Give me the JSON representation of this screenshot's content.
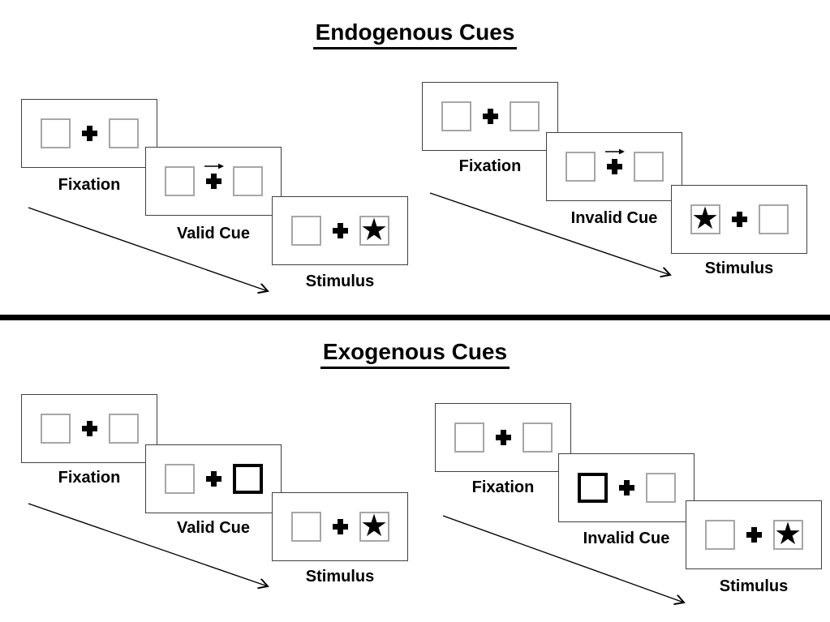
{
  "diagram": {
    "sections": [
      {
        "title": "Endogenous Cues",
        "cue_type": "central arrow above fixation cross",
        "sequences": [
          {
            "name": "valid",
            "panels": [
              {
                "label": "Fixation",
                "left_box": "empty",
                "center": "cross",
                "right_box": "empty"
              },
              {
                "label": "Valid Cue",
                "left_box": "empty",
                "center": "right-arrow-above-cross",
                "right_box": "empty"
              },
              {
                "label": "Stimulus",
                "left_box": "empty",
                "center": "cross",
                "right_box": "star"
              }
            ]
          },
          {
            "name": "invalid",
            "panels": [
              {
                "label": "Fixation",
                "left_box": "empty",
                "center": "cross",
                "right_box": "empty"
              },
              {
                "label": "Invalid Cue",
                "left_box": "empty",
                "center": "right-arrow-above-cross",
                "right_box": "empty"
              },
              {
                "label": "Stimulus",
                "left_box": "star",
                "center": "cross",
                "right_box": "empty"
              }
            ]
          }
        ]
      },
      {
        "title": "Exogenous Cues",
        "cue_type": "peripheral highlighted box",
        "sequences": [
          {
            "name": "valid",
            "panels": [
              {
                "label": "Fixation",
                "left_box": "empty",
                "center": "cross",
                "right_box": "empty"
              },
              {
                "label": "Valid Cue",
                "left_box": "empty",
                "center": "cross",
                "right_box": "highlighted"
              },
              {
                "label": "Stimulus",
                "left_box": "empty",
                "center": "cross",
                "right_box": "star"
              }
            ]
          },
          {
            "name": "invalid",
            "panels": [
              {
                "label": "Fixation",
                "left_box": "empty",
                "center": "cross",
                "right_box": "empty"
              },
              {
                "label": "Invalid Cue",
                "left_box": "highlighted",
                "center": "cross",
                "right_box": "empty"
              },
              {
                "label": "Stimulus",
                "left_box": "empty",
                "center": "cross",
                "right_box": "star"
              }
            ]
          }
        ]
      }
    ]
  },
  "glyphs": {
    "star": "★"
  },
  "colors": {
    "panel_border": "#404040",
    "box_border": "#a6a6a6",
    "highlight_border": "#000000",
    "ink": "#000000",
    "background": "#ffffff"
  }
}
